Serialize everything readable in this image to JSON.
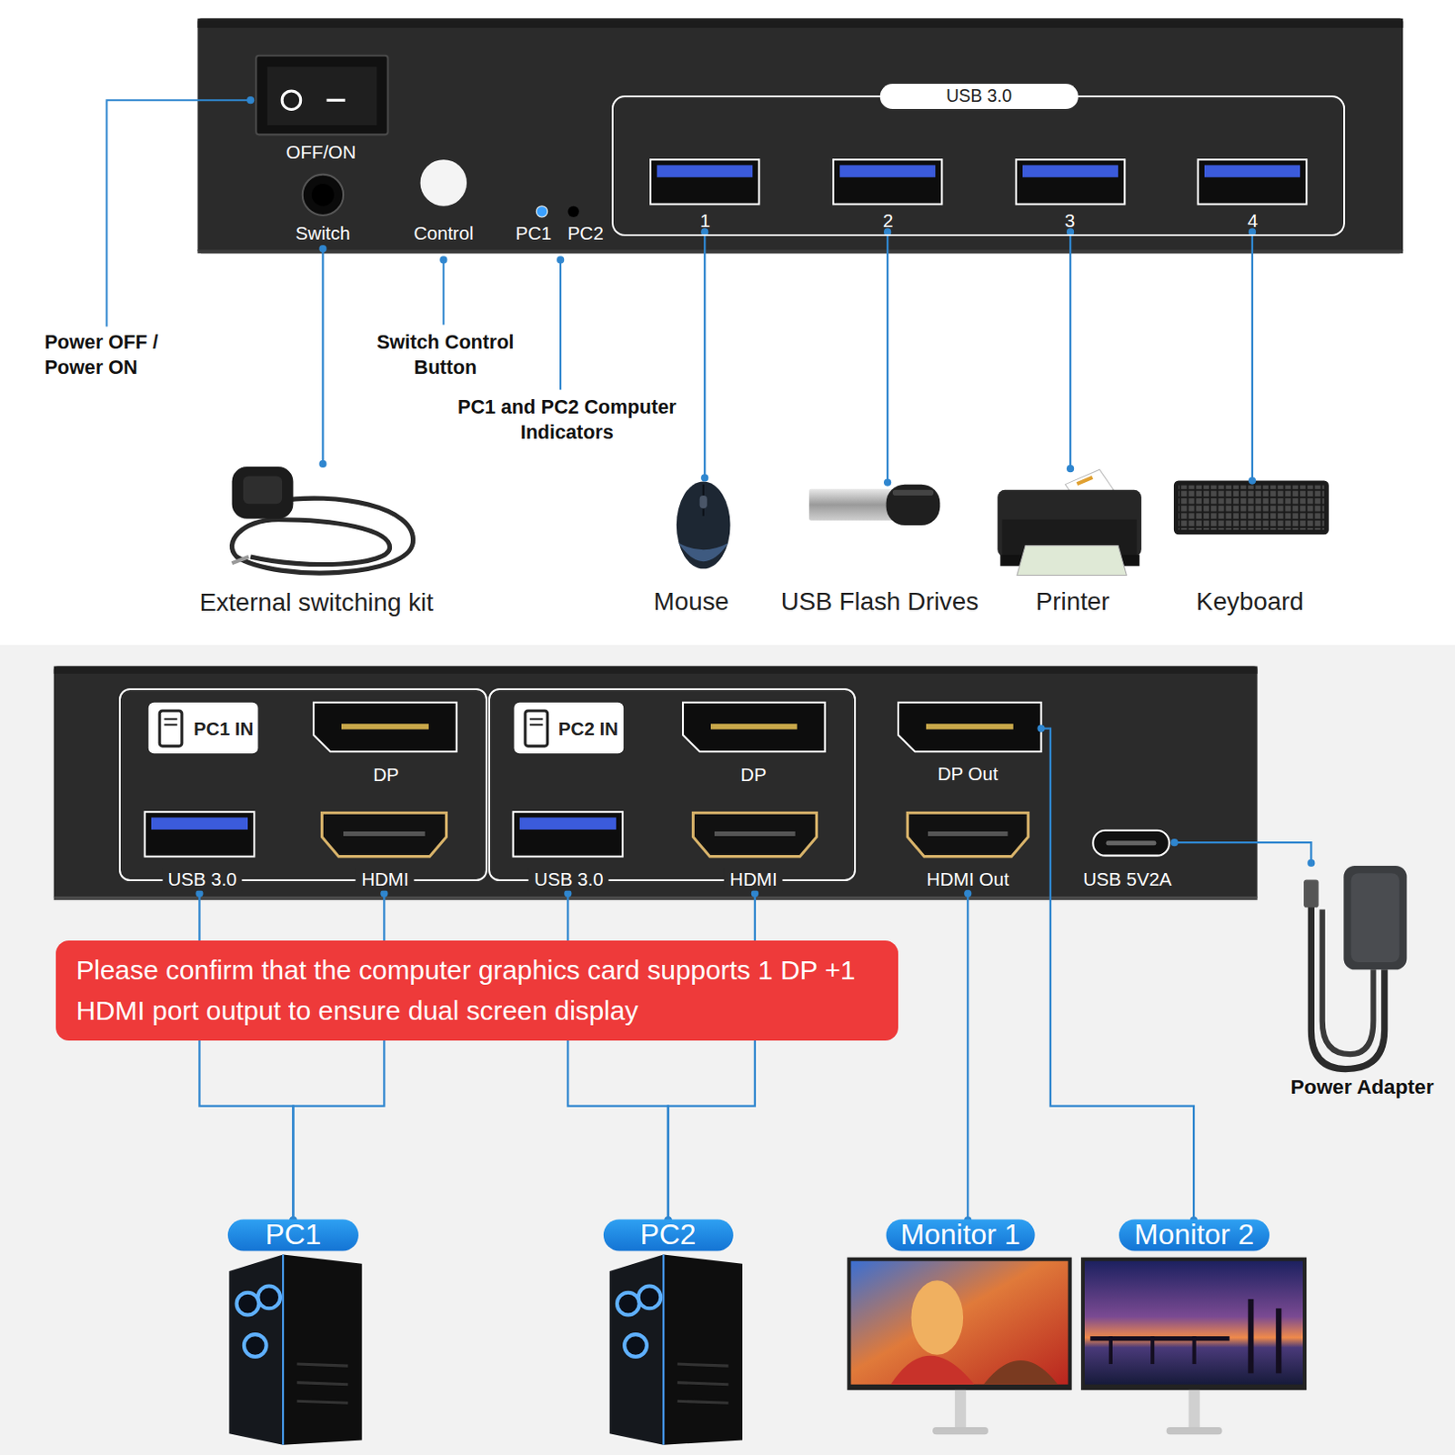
{
  "diagram": {
    "nodes": [
      {
        "text": [
          "Switch"
        ]
      },
      {
        "text": [
          "USB 3.0"
        ]
      },
      {
        "text": [
          "1"
        ],
        "in": 1
      },
      {
        "text": [
          "2"
        ],
        "in": 1
      },
      {
        "text": [
          "3"
        ],
        "in": 1
      },
      {
        "text": [
          "4"
        ],
        "in": 1
      },
      {
        "text": [
          "External switching kit"
        ]
      },
      {
        "text": [
          "Mouse"
        ]
      },
      {
        "text": [
          "USB Flash Drives"
        ]
      },
      {
        "text": [
          "Printer"
        ]
      },
      {
        "text": [
          "Keyboard"
        ]
      },
      {
        "text": [
          "PC1 IN"
        ]
      },
      {
        "text": [
          "DP"
        ],
        "in": 11
      },
      {
        "text": [
          "USB 3.0"
        ],
        "in": 11
      },
      {
        "text": [
          "HDMI"
        ],
        "in": 11
      },
      {
        "text": [
          "PC2 IN"
        ]
      },
      {
        "text": [
          "DP"
        ],
        "in": 15
      },
      {
        "text": [
          "USB 3.0"
        ],
        "in": 15
      },
      {
        "text": [
          "HDMI"
        ],
        "in": 15
      },
      {
        "text": [
          "DP Out"
        ]
      },
      {
        "text": [
          "HDMI Out"
        ]
      },
      {
        "text": [
          "USB 5V2A"
        ]
      },
      {
        "text": [
          "Power Adapter"
        ]
      },
      {
        "text": [
          "Please confirm that the computer graphics card supports 1 DP +1 HDMI port output to ensure dual screen display"
        ]
      },
      {
        "text": [
          "PC1"
        ]
      },
      {
        "text": [
          "PC2"
        ]
      },
      {
        "text": [
          "Monitor 1"
        ]
      },
      {
        "text": [
          "Monitor 2"
        ]
      }
    ],
    "edges": [
      {
        "from": 0,
        "to": 6,
        "arrow": "none"
      },
      {
        "from": 2,
        "to": 7,
        "arrow": "none"
      },
      {
        "from": 3,
        "to": 8,
        "arrow": "none"
      },
      {
        "from": 4,
        "to": 9,
        "arrow": "none"
      },
      {
        "from": 5,
        "to": 10,
        "arrow": "none"
      },
      {
        "from": 13,
        "to": 24,
        "arrow": "none"
      },
      {
        "from": 14,
        "to": 24,
        "arrow": "none"
      },
      {
        "from": 17,
        "to": 25,
        "arrow": "none"
      },
      {
        "from": 18,
        "to": 25,
        "arrow": "none"
      },
      {
        "from": 20,
        "to": 26,
        "arrow": "none"
      },
      {
        "from": 19,
        "to": 27,
        "arrow": "none"
      },
      {
        "from": 21,
        "to": 22,
        "arrow": "none"
      }
    ],
    "labels": [
      "OFF/ON",
      "Control",
      "PC1",
      "PC2",
      "Power OFF / Power ON",
      "Switch Control Button",
      "PC1 and PC2 Computer Indicators"
    ]
  }
}
